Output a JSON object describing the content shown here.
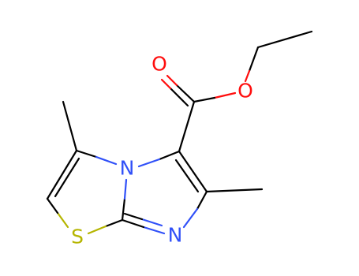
{
  "molecule": {
    "atoms": {
      "ketone_oxygen": {
        "label": "O",
        "color": "#ff0d0d"
      },
      "ester_oxygen": {
        "label": "O",
        "color": "#ff0d0d"
      },
      "bridgehead_nitrogen": {
        "label": "N",
        "color": "#3050f8"
      },
      "imine_nitrogen": {
        "label": "N",
        "color": "#3050f8"
      },
      "sulfur": {
        "label": "S",
        "color": "#b5b500"
      }
    },
    "colors": {
      "carbon_bond": "#000000",
      "oxygen": "#ff0d0d",
      "nitrogen": "#3050f8",
      "sulfur": "#b5b500",
      "background": "#ffffff"
    }
  }
}
